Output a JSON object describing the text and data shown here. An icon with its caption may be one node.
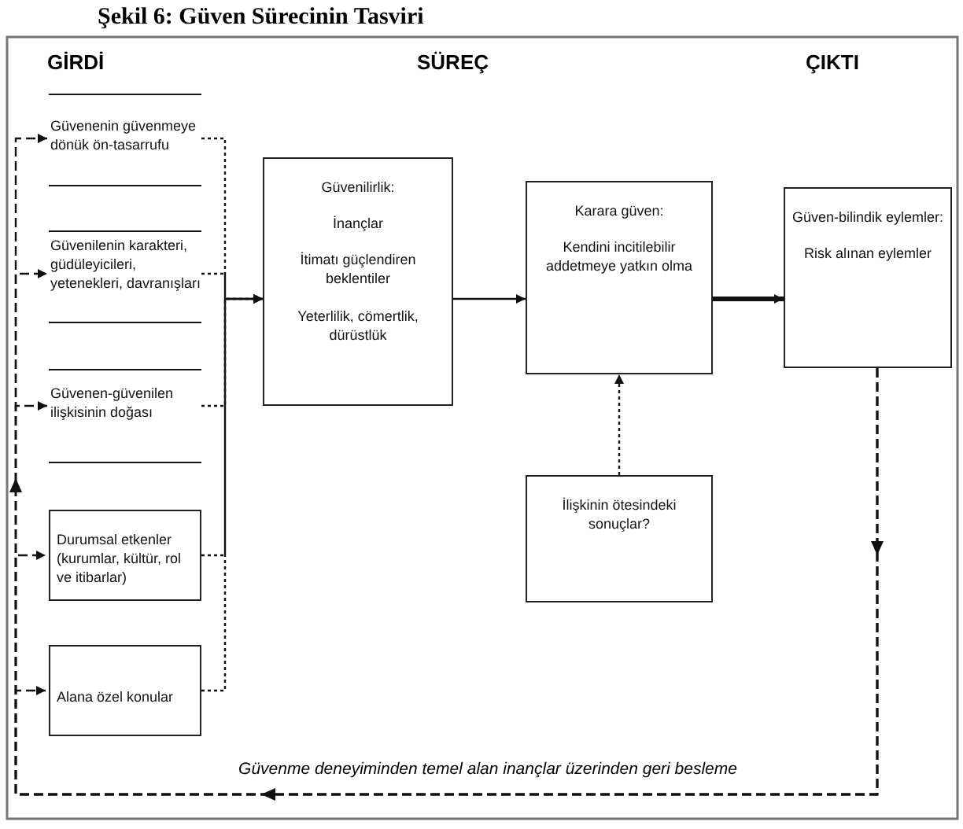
{
  "diagram": {
    "title": "Şekil 6: Güven Sürecinin Tasviri",
    "nodes": [
      {
        "text": [
          "Güvenenin güvenmeye dönük ön-tasarrufu"
        ]
      },
      {
        "text": [
          "Güvenilenin karakteri, güdüleyicileri, yetenekleri, davranışları"
        ]
      },
      {
        "text": [
          "Güvenen-güvenilen ilişkisinin doğası"
        ]
      },
      {
        "text": [
          "Durumsal etkenler (kurumlar, kültür, rol ve itibarlar)"
        ]
      },
      {
        "text": [
          "Alana özel konular"
        ]
      },
      {
        "text": [
          "Güvenilirlik:",
          "İnançlar",
          "İtimatı güçlendiren beklentiler",
          "Yeterlilik, cömertlik, dürüstlük"
        ]
      },
      {
        "text": [
          "Karara güven:",
          "Kendini incitilebilir addetmeye yatkın olma"
        ]
      },
      {
        "text": [
          "Güven-bilindik eylemler:",
          "Risk alınan eylemler"
        ]
      },
      {
        "text": [
          "İlişkinin ötesindeki sonuçlar?"
        ]
      }
    ],
    "edges": [
      {
        "from": 0,
        "to": 5,
        "arrow": "to",
        "style": "dashed"
      },
      {
        "from": 1,
        "to": 5,
        "arrow": "to",
        "style": "dashed"
      },
      {
        "from": 2,
        "to": 5,
        "arrow": "to",
        "style": "dashed"
      },
      {
        "from": 3,
        "to": 5,
        "arrow": "to",
        "style": "dashed"
      },
      {
        "from": 4,
        "to": 5,
        "arrow": "to",
        "style": "dashed"
      },
      {
        "from": 5,
        "to": 6,
        "arrow": "to"
      },
      {
        "from": 6,
        "to": 7,
        "arrow": "to",
        "style": "thick"
      },
      {
        "from": 8,
        "to": 6,
        "arrow": "to",
        "style": "dashed"
      },
      {
        "from": 7,
        "to": 0,
        "arrow": "to",
        "style": "dashed",
        "label": "Güvenme deneyiminden temel alan inançlar üzerinden geri besleme"
      },
      {
        "from": 7,
        "to": 1,
        "arrow": "to",
        "style": "dashed"
      },
      {
        "from": 7,
        "to": 2,
        "arrow": "to",
        "style": "dashed"
      },
      {
        "from": 7,
        "to": 3,
        "arrow": "to",
        "style": "dashed"
      },
      {
        "from": 7,
        "to": 4,
        "arrow": "to",
        "style": "dashed"
      }
    ],
    "labels": [
      "GİRDİ",
      "SÜREÇ",
      "ÇIKTI"
    ]
  }
}
